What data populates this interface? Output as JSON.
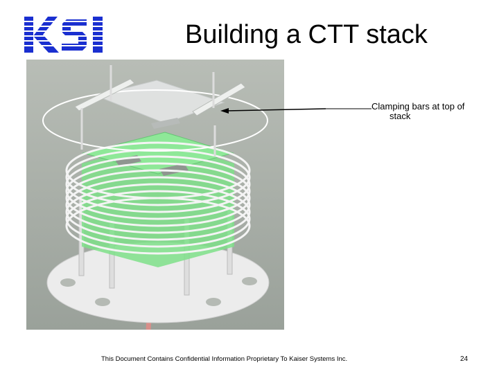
{
  "slide": {
    "logo_text": "KSI",
    "title": "Building a CTT stack",
    "callout": {
      "line1": "Clamping bars at top of",
      "line2": "stack"
    },
    "footer": "This Document Contains Confidential Information Proprietary To Kaiser Systems Inc.",
    "page_number": "24"
  },
  "colors": {
    "logo_blue": "#1a2fd0",
    "board_green": "#7fe08a",
    "render_bg": "#a9b0a8"
  }
}
